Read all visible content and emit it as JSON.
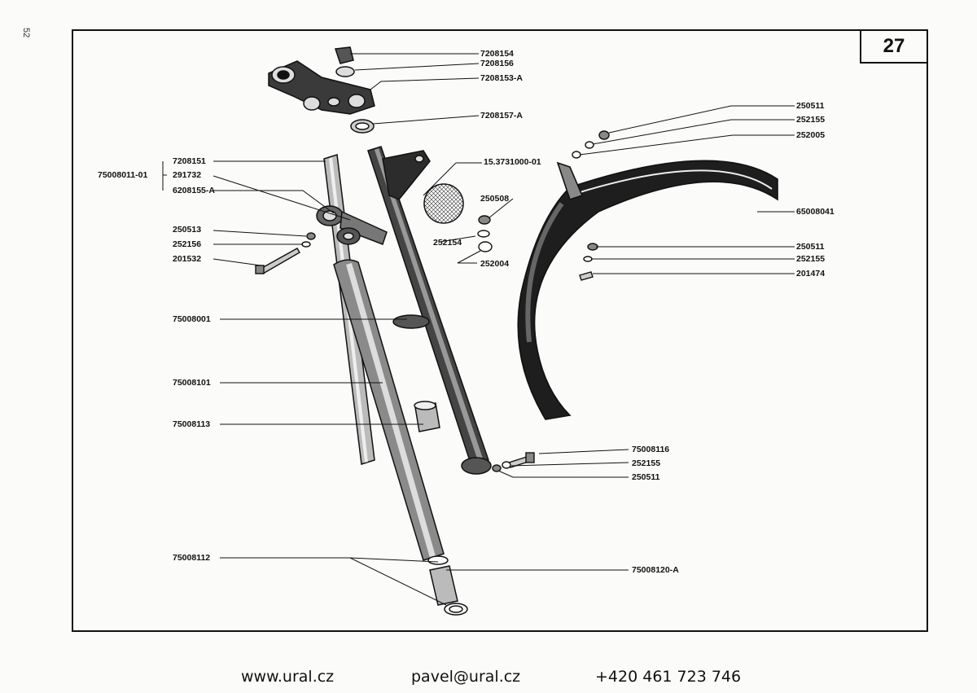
{
  "page": {
    "side_number": "52",
    "plate_number": "27"
  },
  "labels": {
    "l7208154": "7208154",
    "l7208156": "7208156",
    "l7208153A": "7208153-A",
    "l7208157A": "7208157-A",
    "l153731000": "15.3731000-01",
    "l7208151": "7208151",
    "l75008011": "75008011-01",
    "l291732": "291732",
    "l6208155A": "6208155-A",
    "l250508": "250508",
    "l250513": "250513",
    "l252156": "252156",
    "l252154": "252154",
    "l201532": "201532",
    "l252004": "252004",
    "l75008001": "75008001",
    "l75008101": "75008101",
    "l75008113": "75008113",
    "l75008112": "75008112",
    "l75008116": "75008116",
    "l252155b": "252155",
    "l250511b": "250511",
    "l75008120A": "75008120-A",
    "r250511": "250511",
    "r252155": "252155",
    "r252005": "252005",
    "r65008041": "65008041",
    "r250511b": "250511",
    "r252155b": "252155",
    "r201474": "201474"
  },
  "footer": {
    "website": "www.ural.cz",
    "email": "pavel@ural.cz",
    "phone": "+420 461 723 746"
  }
}
